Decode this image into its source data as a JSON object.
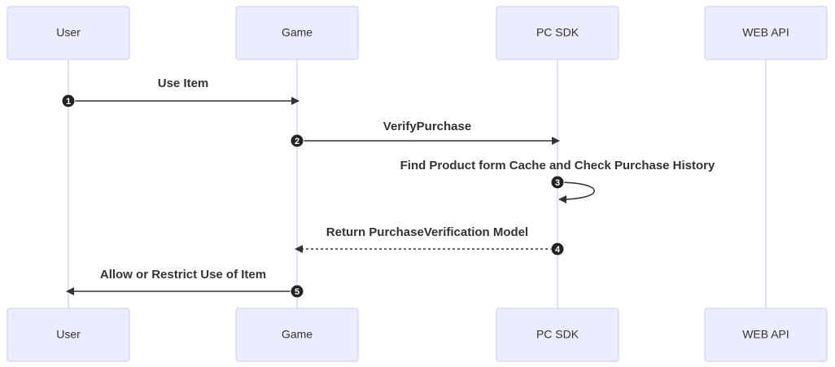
{
  "participants": [
    {
      "id": "user",
      "label": "User"
    },
    {
      "id": "game",
      "label": "Game"
    },
    {
      "id": "pcsdk",
      "label": "PC SDK"
    },
    {
      "id": "webapi",
      "label": "WEB API"
    }
  ],
  "messages": [
    {
      "seq": "1",
      "from": "user",
      "to": "game",
      "text": "Use Item",
      "style": "solid"
    },
    {
      "seq": "2",
      "from": "game",
      "to": "pcsdk",
      "text": "VerifyPurchase",
      "style": "solid"
    },
    {
      "seq": "3",
      "from": "pcsdk",
      "to": "pcsdk",
      "text": "Find Product form Cache and Check Purchase History",
      "style": "solid"
    },
    {
      "seq": "4",
      "from": "pcsdk",
      "to": "game",
      "text": "Return PurchaseVerification Model",
      "style": "dotted"
    },
    {
      "seq": "5",
      "from": "game",
      "to": "user",
      "text": "Allow or Restrict Use of Item",
      "style": "solid"
    }
  ],
  "colors": {
    "actor_fill": "#ECECFF",
    "actor_border": "#D3D3F2",
    "lifeline": "#D6D6F2",
    "line": "#333333",
    "sequence_badge": "#222222"
  }
}
